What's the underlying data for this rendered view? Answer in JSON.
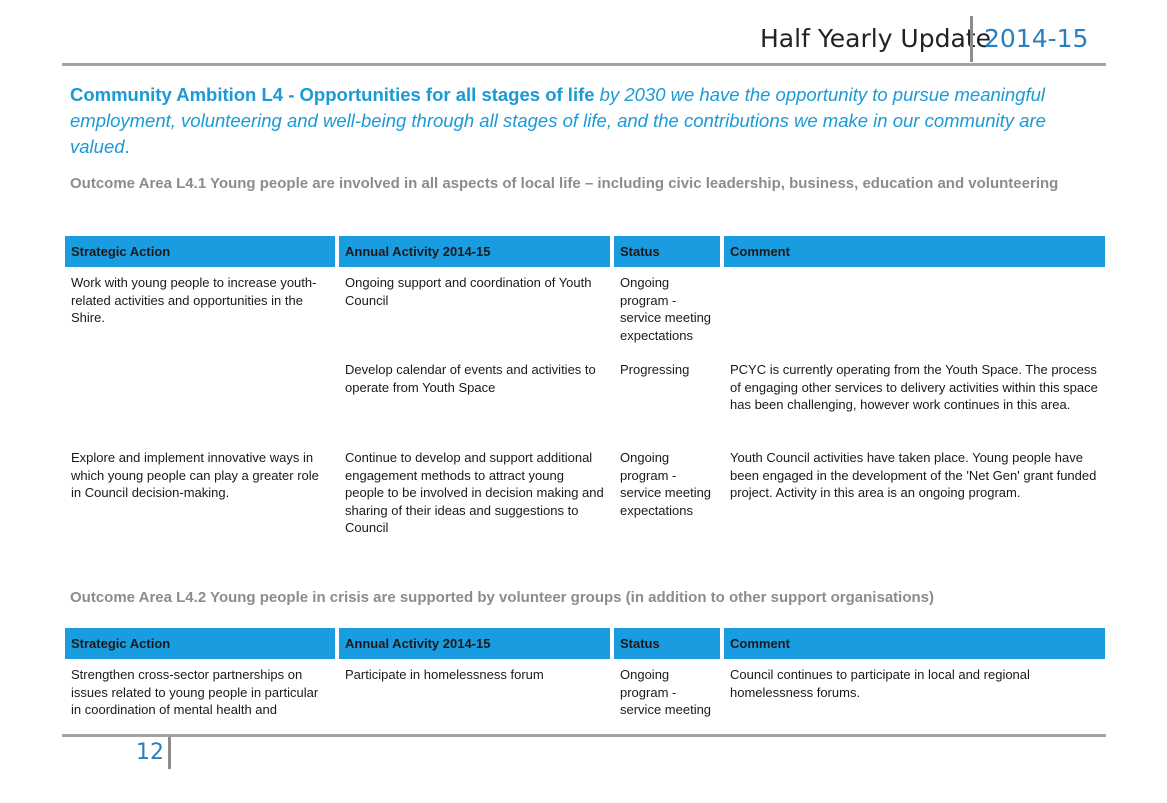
{
  "header": {
    "title": "Half Yearly Update",
    "year": "2014-15"
  },
  "ambition": {
    "bold": "Community Ambition L4 - Opportunities for all stages of life",
    "italic": " by 2030 we have the opportunity to pursue meaningful employment, volunteering and well-being through all stages of life, and the contributions we make in our community are valued",
    "end": "."
  },
  "outcome1": "Outcome Area L4.1 Young people are involved in all aspects of local life – including civic leadership, business, education and volunteering",
  "outcome2": "Outcome Area L4.2 Young people in crisis are supported by volunteer groups (in addition to other support organisations)",
  "table_headers": {
    "strategic_action": "Strategic Action",
    "annual_activity": "Annual Activity 2014-15",
    "status": "Status",
    "comment": "Comment"
  },
  "table1": [
    {
      "action": "Work with young people to increase youth-related activities and opportunities in the Shire.",
      "activity": "Ongoing support and coordination of Youth Council",
      "status": "Ongoing program - service meeting expectations",
      "comment": ""
    },
    {
      "action": "",
      "activity": "Develop calendar of events and activities to operate from Youth Space",
      "status": "Progressing",
      "comment": "PCYC is currently operating from the Youth Space. The process of engaging other services to delivery activities within this space has been challenging, however work continues in this area."
    },
    {
      "action": "Explore and implement innovative ways in which young people can play a greater role in Council decision-making.",
      "activity": "Continue to develop and support additional engagement methods to attract young people to be involved in decision making and sharing of their ideas and suggestions to Council",
      "status": "Ongoing program - service meeting expectations",
      "comment": "Youth Council activities have taken place. Young people have been engaged in the development of the 'Net Gen' grant funded project. Activity in this area is an ongoing program."
    }
  ],
  "table2": [
    {
      "action": "Strengthen cross-sector partnerships on issues related to young people in particular in coordination of mental health and",
      "activity": "Participate in homelessness forum",
      "status": "Ongoing program - service meeting",
      "comment": "Council continues to participate in local and regional homelessness forums."
    }
  ],
  "footer": {
    "page_number": "12"
  },
  "colors": {
    "accent": "#1a9ce0",
    "heading_blue": "#1a9ad6",
    "outcome_grey": "#8c8c8c"
  }
}
